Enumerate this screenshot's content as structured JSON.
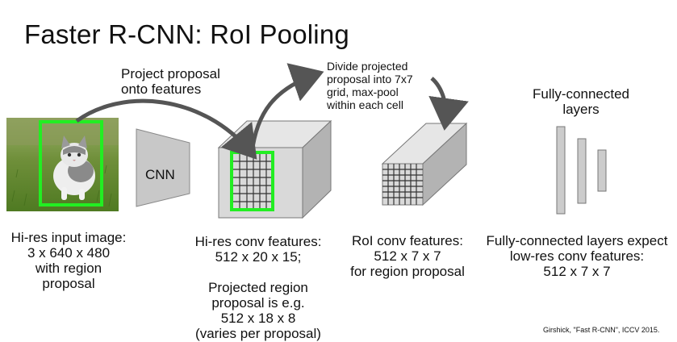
{
  "title": "Faster R-CNN: RoI Pooling",
  "annotations": {
    "project": "Project proposal\nonto features",
    "divide": "Divide projected\nproposal into 7x7\ngrid, max-pool\nwithin each cell",
    "fc_title": "Fully-connected\nlayers",
    "cnn": "CNN"
  },
  "captions": {
    "input": "Hi-res input image:\n3 x 640 x 480\nwith region\nproposal",
    "conv": "Hi-res conv features:\n512 x 20 x 15;\n\nProjected region\nproposal is e.g.\n512 x 18 x 8\n(varies per proposal)",
    "roi": "RoI conv features:\n512 x 7 x 7\nfor region proposal",
    "fc": "Fully-connected layers expect\nlow-res conv features:\n512 x 7 x 7"
  },
  "citation": "Girshick, \"Fast R-CNN\", ICCV 2015.",
  "colors": {
    "proposal_box": "#22ee22",
    "block_face": "#d9d9d9",
    "block_side": "#b3b3b3",
    "block_top": "#e6e6e6",
    "arrow": "#555555"
  },
  "icons": {
    "input_image": "kitten-photo"
  }
}
